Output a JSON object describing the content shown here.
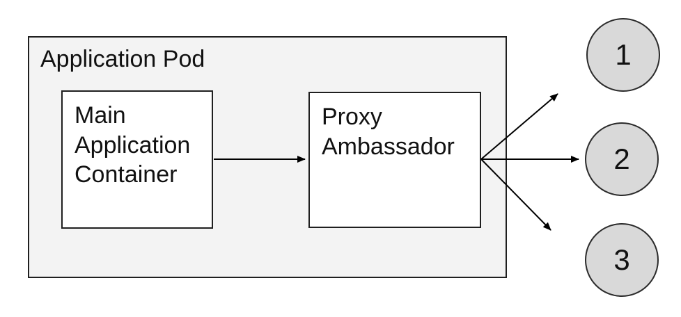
{
  "diagram": {
    "pod": {
      "label": "Application Pod"
    },
    "nodes": [
      {
        "id": "main-application-container",
        "label": "Main Application Container"
      },
      {
        "id": "proxy-ambassador",
        "label": "Proxy Ambassador"
      }
    ],
    "connections": [
      {
        "from": "main-application-container",
        "to": "proxy-ambassador"
      },
      {
        "from": "proxy-ambassador",
        "to": "endpoint-1"
      },
      {
        "from": "proxy-ambassador",
        "to": "endpoint-2"
      },
      {
        "from": "proxy-ambassador",
        "to": "endpoint-3"
      }
    ],
    "endpoints": [
      {
        "label": "1"
      },
      {
        "label": "2"
      },
      {
        "label": "3"
      }
    ],
    "colors": {
      "pod_fill": "#f3f3f3",
      "node_fill": "#ffffff",
      "endpoint_fill": "#d9d9d9",
      "border": "#1f1f1f",
      "arrow": "#000000",
      "text": "#111111"
    }
  }
}
